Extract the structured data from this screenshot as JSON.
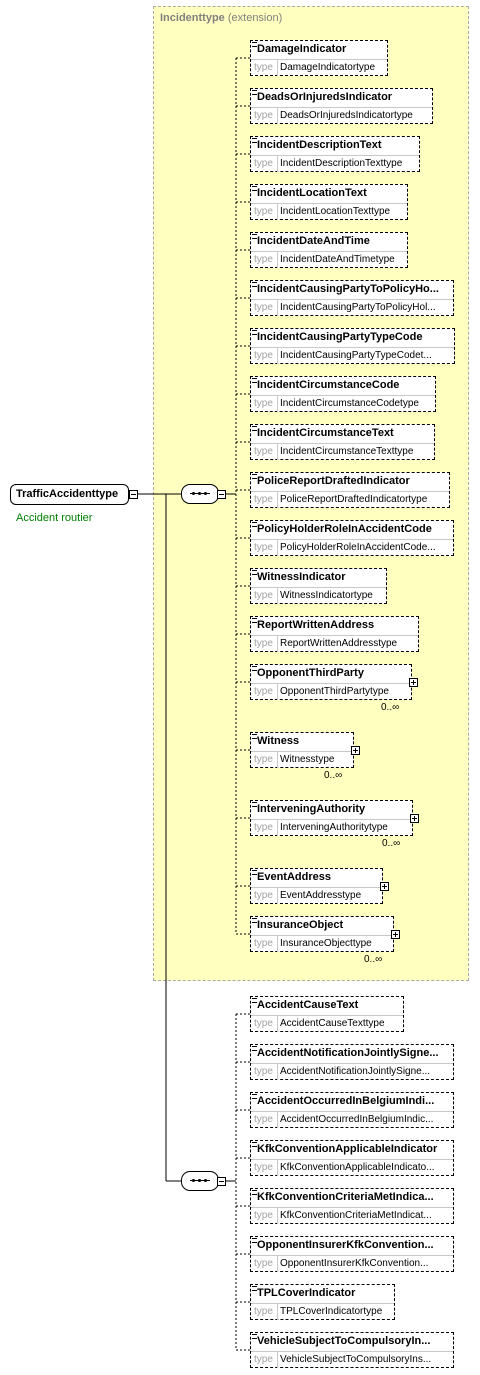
{
  "extension": {
    "name": "Incidenttype",
    "kind": "(extension)"
  },
  "root": {
    "name": "TrafficAccidenttype",
    "documentation": "Accident routier"
  },
  "type_label": "type",
  "group1": [
    {
      "name": "DamageIndicator",
      "type": "DamageIndicatortype",
      "occurs": "",
      "expandable": false
    },
    {
      "name": "DeadsOrInjuredsIndicator",
      "type": "DeadsOrInjuredsIndicatortype",
      "occurs": "",
      "expandable": false
    },
    {
      "name": "IncidentDescriptionText",
      "type": "IncidentDescriptionTexttype",
      "occurs": "",
      "expandable": false
    },
    {
      "name": "IncidentLocationText",
      "type": "IncidentLocationTexttype",
      "occurs": "",
      "expandable": false
    },
    {
      "name": "IncidentDateAndTime",
      "type": "IncidentDateAndTimetype",
      "occurs": "",
      "expandable": false
    },
    {
      "name": "IncidentCausingPartyToPolicyHo...",
      "type": "IncidentCausingPartyToPolicyHol...",
      "occurs": "",
      "expandable": false
    },
    {
      "name": "IncidentCausingPartyTypeCode",
      "type": "IncidentCausingPartyTypeCodet...",
      "occurs": "",
      "expandable": false
    },
    {
      "name": "IncidentCircumstanceCode",
      "type": "IncidentCircumstanceCodetype",
      "occurs": "",
      "expandable": false
    },
    {
      "name": "IncidentCircumstanceText",
      "type": "IncidentCircumstanceTexttype",
      "occurs": "",
      "expandable": false
    },
    {
      "name": "PoliceReportDraftedIndicator",
      "type": "PoliceReportDraftedIndicatortype",
      "occurs": "",
      "expandable": false
    },
    {
      "name": "PolicyHolderRoleInAccidentCode",
      "type": "PolicyHolderRoleInAccidentCode...",
      "occurs": "",
      "expandable": false
    },
    {
      "name": "WitnessIndicator",
      "type": "WitnessIndicatortype",
      "occurs": "",
      "expandable": false
    },
    {
      "name": "ReportWrittenAddress",
      "type": "ReportWrittenAddresstype",
      "occurs": "",
      "expandable": false
    },
    {
      "name": "OpponentThirdParty",
      "type": "OpponentThirdPartytype",
      "occurs": "0..∞",
      "expandable": true
    },
    {
      "name": "Witness",
      "type": "Witnesstype",
      "occurs": "0..∞",
      "expandable": true
    },
    {
      "name": "InterveningAuthority",
      "type": "InterveningAuthoritytype",
      "occurs": "0..∞",
      "expandable": true
    },
    {
      "name": "EventAddress",
      "type": "EventAddresstype",
      "occurs": "",
      "expandable": true
    },
    {
      "name": "InsuranceObject",
      "type": "InsuranceObjecttype",
      "occurs": "0..∞",
      "expandable": true
    }
  ],
  "group2": [
    {
      "name": "AccidentCauseText",
      "type": "AccidentCauseTexttype",
      "occurs": "",
      "expandable": false
    },
    {
      "name": "AccidentNotificationJointlySigne...",
      "type": "AccidentNotificationJointlySigne...",
      "occurs": "",
      "expandable": false
    },
    {
      "name": "AccidentOccurredInBelgiumIndi...",
      "type": "AccidentOccurredInBelgiumIndic...",
      "occurs": "",
      "expandable": false
    },
    {
      "name": "KfkConventionApplicableIndicator",
      "type": "KfkConventionApplicableIndicato...",
      "occurs": "",
      "expandable": false
    },
    {
      "name": "KfkConventionCriteriaMetIndica...",
      "type": "KfkConventionCriteriaMetIndicat...",
      "occurs": "",
      "expandable": false
    },
    {
      "name": "OpponentInsurerKfkConvention...",
      "type": "OpponentInsurerKfkConvention...",
      "occurs": "",
      "expandable": false
    },
    {
      "name": "TPLCoverIndicator",
      "type": "TPLCoverIndicatortype",
      "occurs": "",
      "expandable": false
    },
    {
      "name": "VehicleSubjectToCompulsoryIn...",
      "type": "VehicleSubjectToCompulsoryIns...",
      "occurs": "",
      "expandable": false
    }
  ]
}
